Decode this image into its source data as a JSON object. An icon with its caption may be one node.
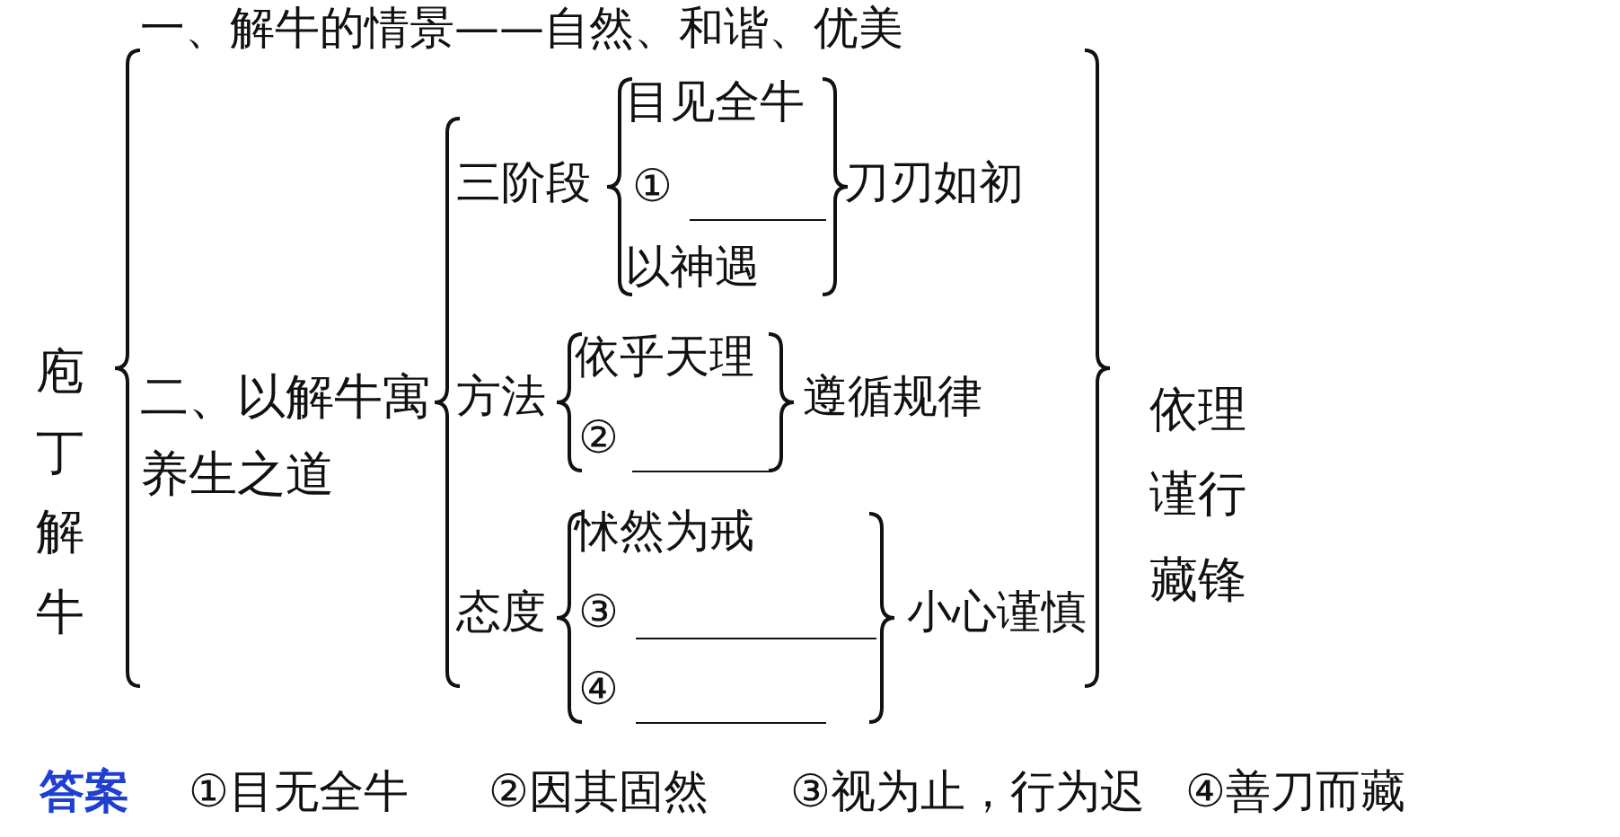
{
  "diagram": {
    "title": "庖丁解牛",
    "labels": [
      "一、解牛的情景——自然、和谐、优美",
      "二、以解牛寓养生之道",
      "三阶段",
      "目见全牛",
      "①",
      "以神遇",
      "刀刃如初",
      "方法",
      "依乎天理",
      "②",
      "遵循规律",
      "态度",
      "怵然为戒",
      "③",
      "④",
      "小心谨慎",
      "依理谨行藏锋",
      "答案",
      "①目无全牛",
      "②因其固然",
      "③视为止，行为迟",
      "④善刀而藏"
    ]
  }
}
